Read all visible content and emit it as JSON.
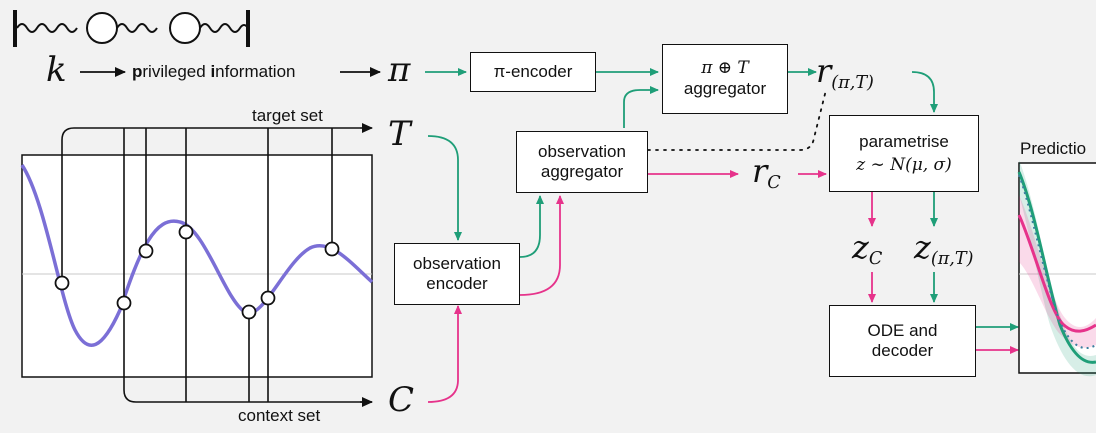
{
  "header": {
    "k_symbol": "k",
    "privileged_information_prefix_1": "p",
    "privileged_information_mid_1": "rivileged ",
    "privileged_information_prefix_2": "i",
    "privileged_information_mid_2": "nformation"
  },
  "symbols": {
    "pi": "π",
    "target": "T",
    "context": "C",
    "r_pi_T": "r",
    "r_pi_T_sub": "(π,T)",
    "r_C": "r",
    "r_C_sub": "C",
    "z_C": "z",
    "z_C_sub": "C",
    "z_pi_T": "z",
    "z_pi_T_sub": "(π,T)"
  },
  "boxes": {
    "pi_encoder": "π-encoder",
    "aggregator_line1": "π ⊕ T",
    "aggregator_line2": "aggregator",
    "observation_aggregator_line1": "observation",
    "observation_aggregator_line2": "aggregator",
    "observation_encoder_line1": "observation",
    "observation_encoder_line2": "encoder",
    "parametrise_line1": "parametrise",
    "parametrise_line2": "z  ∼ N(μ, σ)",
    "ode_line1": "ODE and",
    "ode_line2": "decoder"
  },
  "labels": {
    "target_set": "target set",
    "context_set": "context set",
    "predictions": "Predictio"
  },
  "colors": {
    "green": "#1f9e78",
    "pink": "#e6338b",
    "purple": "#7b6fd6",
    "dark": "#111111"
  }
}
